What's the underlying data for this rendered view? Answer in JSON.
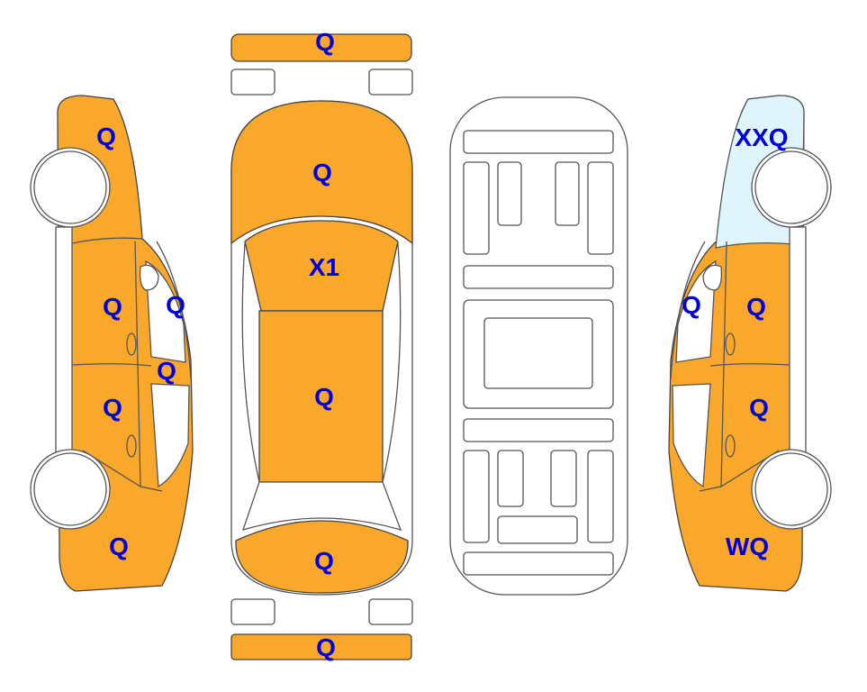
{
  "colors": {
    "damaged": "#F9A82B",
    "light": "#E0F4FB",
    "label": "#0000DD"
  },
  "labels": {
    "front_bumper": "Q",
    "left_fender": "Q",
    "hood": "Q",
    "windshield": "X1",
    "left_front_door": "Q",
    "left_a_pillar": "Q",
    "left_b_pillar": "Q",
    "roof": "Q",
    "left_rear_door": "Q",
    "left_quarter": "Q",
    "trunk": "Q",
    "rear_bumper": "Q",
    "right_fender": "XXQ",
    "right_a_pillar": "Q",
    "right_front_door": "Q",
    "right_rear_door": "Q",
    "right_quarter": "WQ"
  }
}
